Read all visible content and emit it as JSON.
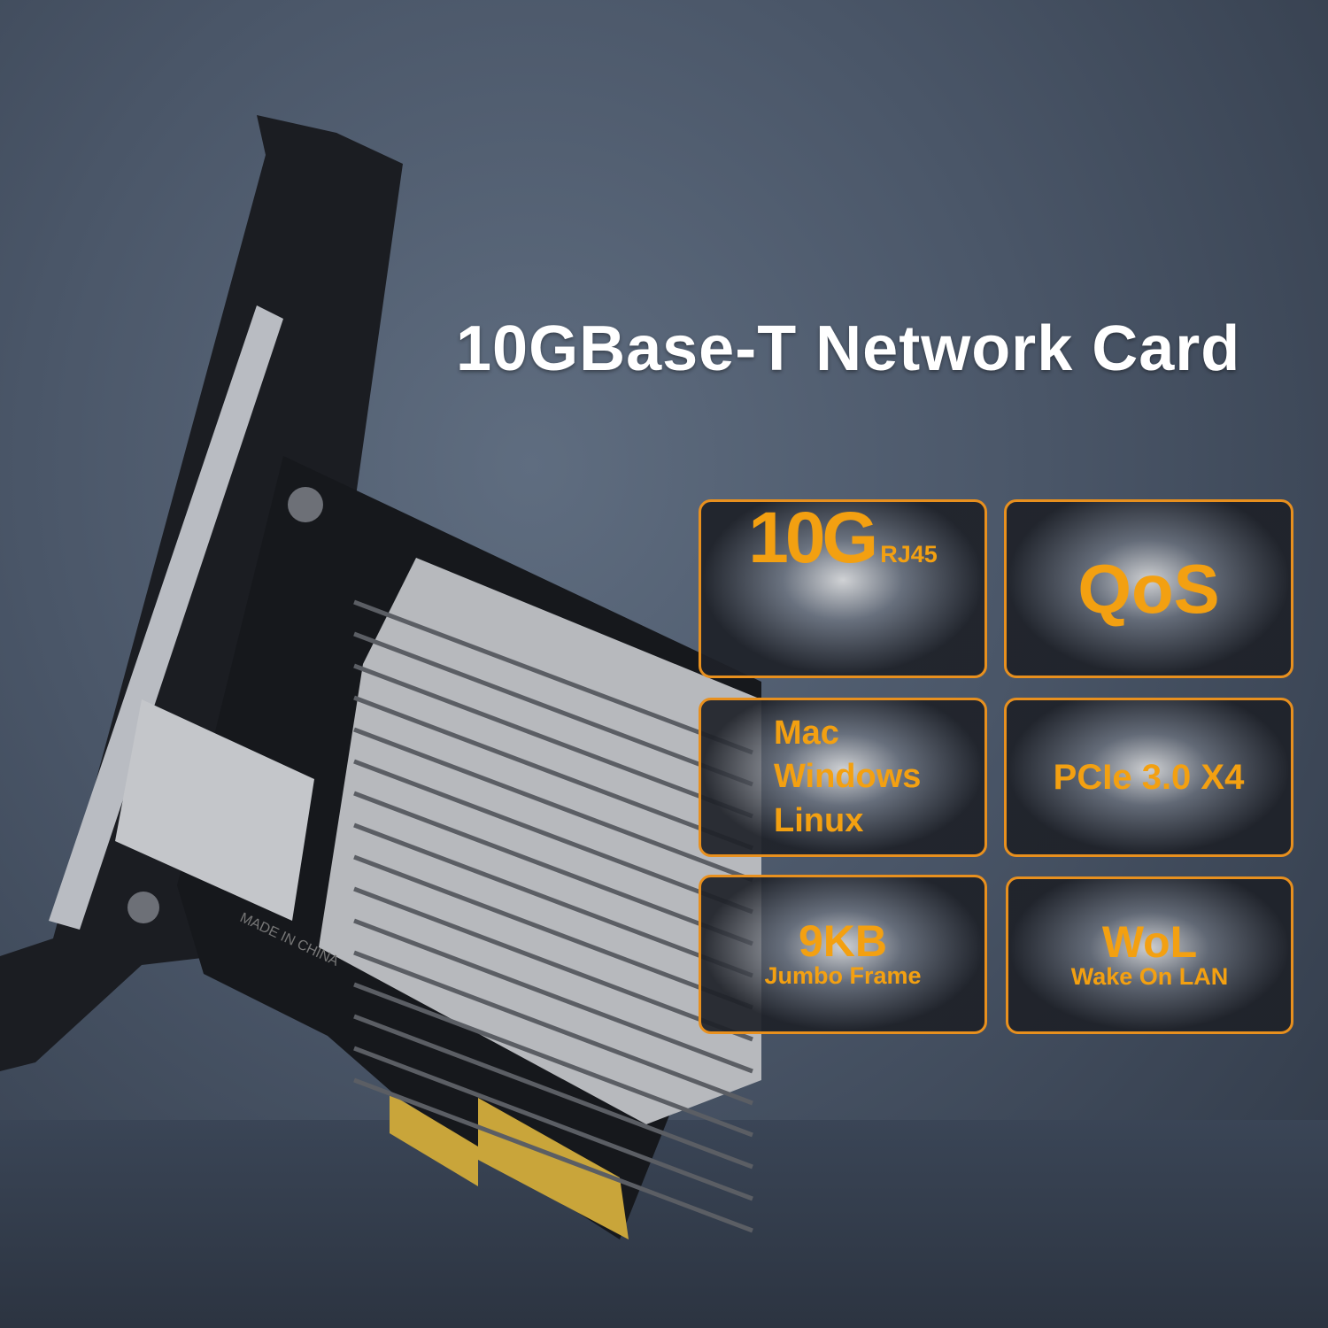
{
  "title": "10GBase-T Network Card",
  "pcb_markings": "MADE IN CHINA",
  "accent_color": "#f3a011",
  "badges": [
    {
      "main": "10G",
      "sub": "RJ45"
    },
    {
      "main": "QoS"
    },
    {
      "lines": [
        "Mac",
        "Windows",
        "Linux"
      ]
    },
    {
      "main": "PCIe 3.0 X4"
    },
    {
      "main": "9KB",
      "sub": "Jumbo Frame"
    },
    {
      "main": "WoL",
      "sub": "Wake On LAN"
    }
  ]
}
